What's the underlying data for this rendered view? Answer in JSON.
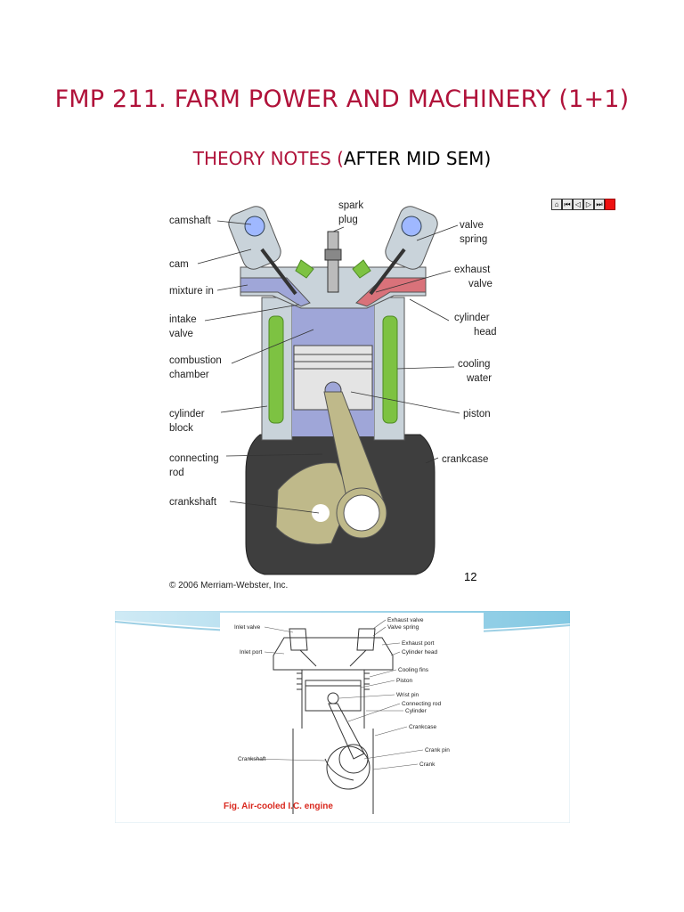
{
  "header": {
    "title": "FMP 211. FARM POWER AND MACHINERY (1+1)",
    "subtitle_red": "THEORY NOTES (",
    "subtitle_black": "AFTER MID SEM)"
  },
  "figure1": {
    "labels": {
      "camshaft": "camshaft",
      "spark1": "spark",
      "spark2": "plug",
      "valve1": "valve",
      "valve2": "spring",
      "cam": "cam",
      "exhaust1": "exhaust",
      "exhaust2": "valve",
      "mixture": "mixture in",
      "intake1": "intake",
      "intake2": "valve",
      "cylhead1": "cylinder",
      "cylhead2": "head",
      "comb1": "combustion",
      "comb2": "chamber",
      "cool1": "cooling",
      "cool2": "water",
      "piston": "piston",
      "cylblock1": "cylinder",
      "cylblock2": "block",
      "conrod1": "connecting",
      "conrod2": "rod",
      "crankcase": "crankcase",
      "crankshaft": "crankshaft"
    },
    "copyright": "© 2006 Merriam-Webster, Inc."
  },
  "page_number": "12",
  "navigation": {
    "buttons": [
      "home",
      "first",
      "prev",
      "next",
      "last",
      "stop"
    ]
  },
  "figure2": {
    "labels": {
      "inlet_valve": "Inlet valve",
      "inlet_port": "Inlet port",
      "exhaust_valve": "Exhaust valve",
      "valve_spring": "Valve spring",
      "exhaust_port": "Exhaust port",
      "cylinder_head": "Cylinder head",
      "cooling_fins": "Cooling fins",
      "piston": "Piston",
      "wrist_pin": "Wrist pin",
      "connecting_rod": "Connecting rod",
      "cylinder": "Cylinder",
      "crankcase": "Crankcase",
      "crank_pin": "Crank pin",
      "crank": "Crank",
      "crankshaft": "Crankshaft"
    },
    "caption": "Fig. Air-cooled I.C. engine"
  },
  "colors": {
    "title_red": "#b0123a",
    "cooling_green": "#7dc242",
    "intake_purple": "#9fa6d8",
    "exhaust_red": "#d9727a",
    "head_gray": "#c9d3da",
    "crank_olive": "#bfb98a",
    "caption_red": "#d9281e"
  }
}
